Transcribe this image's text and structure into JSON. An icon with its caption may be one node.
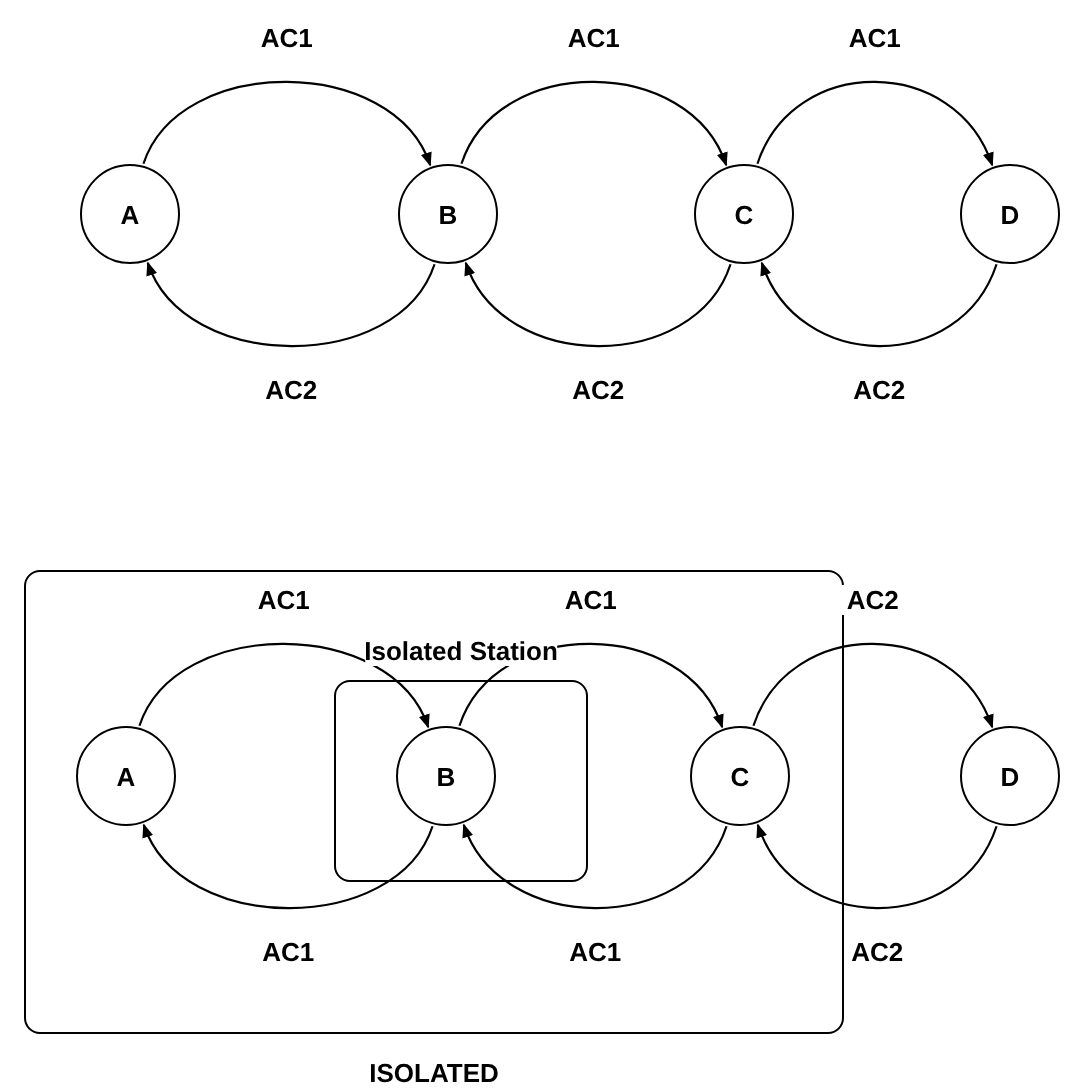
{
  "diagram": {
    "nodes": [
      {
        "text": [
          "A"
        ]
      },
      {
        "text": [
          "B"
        ]
      },
      {
        "text": [
          "C"
        ]
      },
      {
        "text": [
          "D"
        ]
      },
      {
        "text": [
          "ISOLATED"
        ]
      },
      {
        "text": [
          "A"
        ],
        "in": 4
      },
      {
        "text": [
          "Isolated Station"
        ],
        "in": 4
      },
      {
        "text": [
          "B"
        ],
        "in": 6
      },
      {
        "text": [
          "C"
        ],
        "in": 4
      },
      {
        "text": [
          "D"
        ]
      }
    ],
    "edges": [
      {
        "from": 0,
        "to": 1,
        "arrow": "to",
        "label": "AC1"
      },
      {
        "from": 1,
        "to": 2,
        "arrow": "to",
        "label": "AC1"
      },
      {
        "from": 2,
        "to": 3,
        "arrow": "to",
        "label": "AC1"
      },
      {
        "from": 1,
        "to": 0,
        "arrow": "to",
        "label": "AC2"
      },
      {
        "from": 2,
        "to": 1,
        "arrow": "to",
        "label": "AC2"
      },
      {
        "from": 3,
        "to": 2,
        "arrow": "to",
        "label": "AC2"
      },
      {
        "from": 5,
        "to": 7,
        "arrow": "to",
        "label": "AC1"
      },
      {
        "from": 7,
        "to": 8,
        "arrow": "to",
        "label": "AC1"
      },
      {
        "from": 8,
        "to": 9,
        "arrow": "to",
        "label": "AC2"
      },
      {
        "from": 7,
        "to": 5,
        "arrow": "to",
        "label": "AC1"
      },
      {
        "from": 8,
        "to": 7,
        "arrow": "to",
        "label": "AC1"
      },
      {
        "from": 9,
        "to": 8,
        "arrow": "to",
        "label": "AC2"
      }
    ]
  }
}
